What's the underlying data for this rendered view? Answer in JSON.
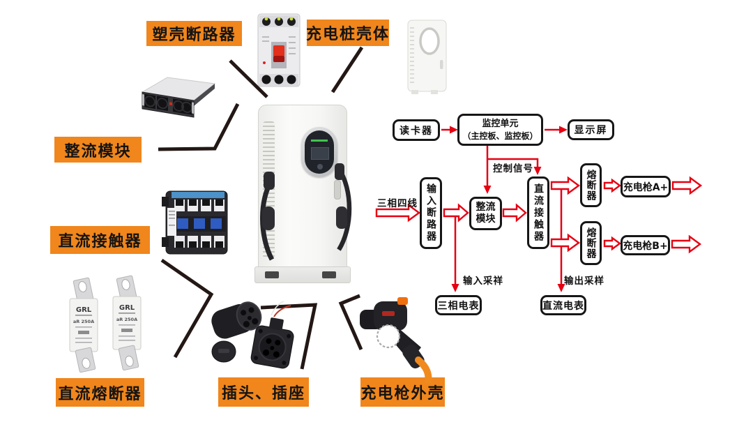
{
  "page": {
    "background": "#ffffff"
  },
  "colors": {
    "label_bg": "#f0861c",
    "arrow_red": "#e60012",
    "connector_black": "#231815",
    "node_border": "#161616",
    "indicator_green": "#43c24f"
  },
  "component_labels": {
    "mccb": "塑壳断路器",
    "housing": "充电桩壳体",
    "rectifier": "整流模块",
    "dc_contactor": "直流接触器",
    "dc_fuse": "直流熔断器",
    "plug_socket": "插头、插座",
    "gun_shell": "充电枪外壳"
  },
  "flowchart": {
    "nodes": {
      "card_reader": "读卡器",
      "monitor_line1": "监控单元",
      "monitor_line2": "（主控板、监控板）",
      "display_screen": "显示屏",
      "input_breaker": "输入断路器",
      "rectifier_module": "整流模块",
      "dc_contactor": "直流接触器",
      "fuse_a": "熔断器",
      "fuse_b": "熔断器",
      "gun_a": "充电枪A+",
      "gun_b": "充电枪B+",
      "three_phase_meter": "三相电表",
      "dc_meter": "直流电表"
    },
    "edge_labels": {
      "input_line": "三相四线",
      "control_signal": "控制信号",
      "input_sampling": "输入采祥",
      "output_sampling": "输出采样"
    }
  },
  "product_text": {
    "fuse_brand": "GRL",
    "fuse_rating": "aR 250A"
  }
}
